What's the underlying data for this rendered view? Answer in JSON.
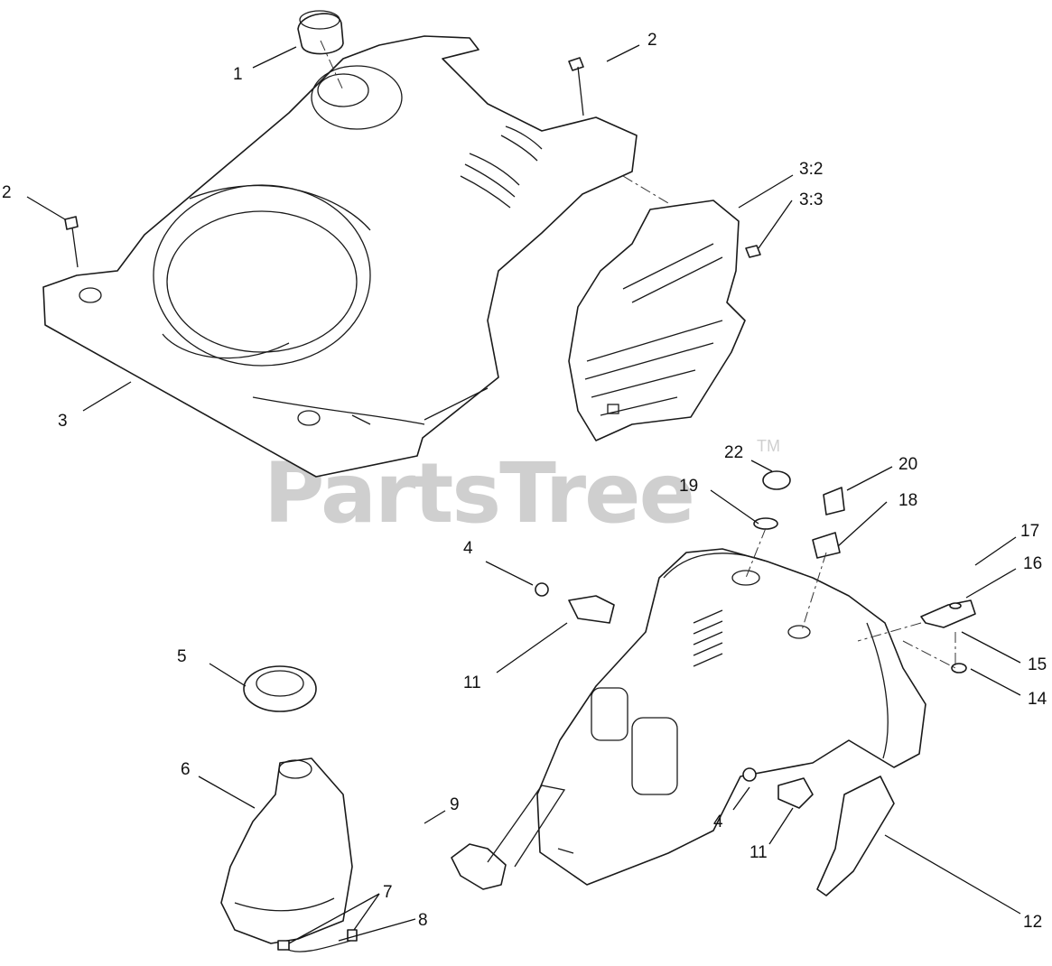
{
  "watermark": {
    "brand": "PartsTree",
    "trademark": "TM"
  },
  "callouts": [
    {
      "id": "c1",
      "label": "1"
    },
    {
      "id": "c2a",
      "label": "2"
    },
    {
      "id": "c2b",
      "label": "2"
    },
    {
      "id": "c3",
      "label": "3"
    },
    {
      "id": "c32",
      "label": "3:2"
    },
    {
      "id": "c33",
      "label": "3:3"
    },
    {
      "id": "c22",
      "label": "22"
    },
    {
      "id": "c20",
      "label": "20"
    },
    {
      "id": "c19",
      "label": "19"
    },
    {
      "id": "c18",
      "label": "18"
    },
    {
      "id": "c17",
      "label": "17"
    },
    {
      "id": "c16",
      "label": "16"
    },
    {
      "id": "c15",
      "label": "15"
    },
    {
      "id": "c14",
      "label": "14"
    },
    {
      "id": "c4a",
      "label": "4"
    },
    {
      "id": "c4b",
      "label": "4"
    },
    {
      "id": "c11a",
      "label": "11"
    },
    {
      "id": "c11b",
      "label": "11"
    },
    {
      "id": "c5",
      "label": "5"
    },
    {
      "id": "c6",
      "label": "6"
    },
    {
      "id": "c7",
      "label": "7"
    },
    {
      "id": "c8",
      "label": "8"
    },
    {
      "id": "c9",
      "label": "9"
    },
    {
      "id": "c12",
      "label": "12"
    }
  ]
}
